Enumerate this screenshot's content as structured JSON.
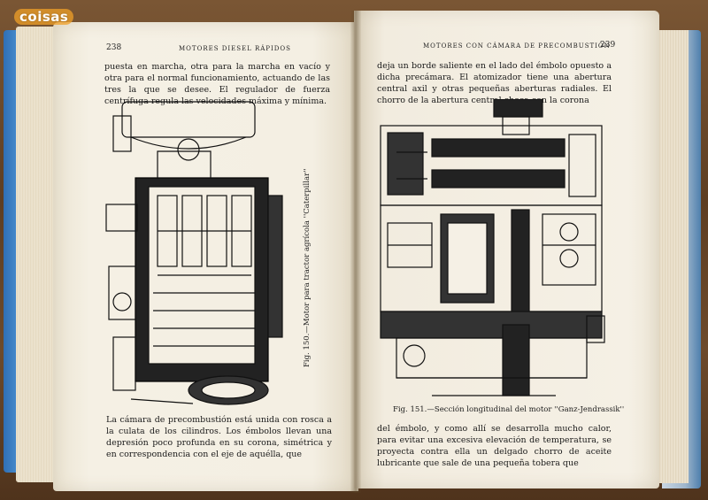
{
  "watermark": {
    "text": "coisas"
  },
  "left_page": {
    "page_number": "238",
    "running_head": "MOTORES DIESEL RÁPIDOS",
    "top_paragraph": "puesta en marcha, otra para la marcha en vacío y otra para el normal funcionamiento, actuando de las tres la que se desee. El regulador de fuerza centrífuga regula las velocidades máxima y mínima.",
    "figure_caption": "Fig. 150.—Motor para tractor agrícola ''Caterpillar''",
    "bottom_paragraph": "La cámara de precombustión está unida con rosca a la culata de los cilindros. Los émbolos llevan una depresión poco profunda en su corona, simétrica y en correspondencia con el eje de aquélla, que"
  },
  "right_page": {
    "page_number": "239",
    "running_head": "MOTORES CON CÁMARA DE PRECOMBUSTIÓN",
    "top_paragraph": "deja un borde saliente en el lado del émbolo opuesto a dicha precámara. El atomizador tiene una abertura central axil y otras pequeñas aberturas radiales. El chorro de la abertura central choca con la corona",
    "figure_caption": "Fig. 151.—Sección longitudinal del motor ''Ganz-Jendrassik''",
    "bottom_paragraph": "del émbolo, y como allí se desarrolla mucho calor, para evitar una excesiva elevación de temperatura, se proyecta contra ella un delgado chorro de aceite lubricante que sale de una pequeña tobera que"
  }
}
